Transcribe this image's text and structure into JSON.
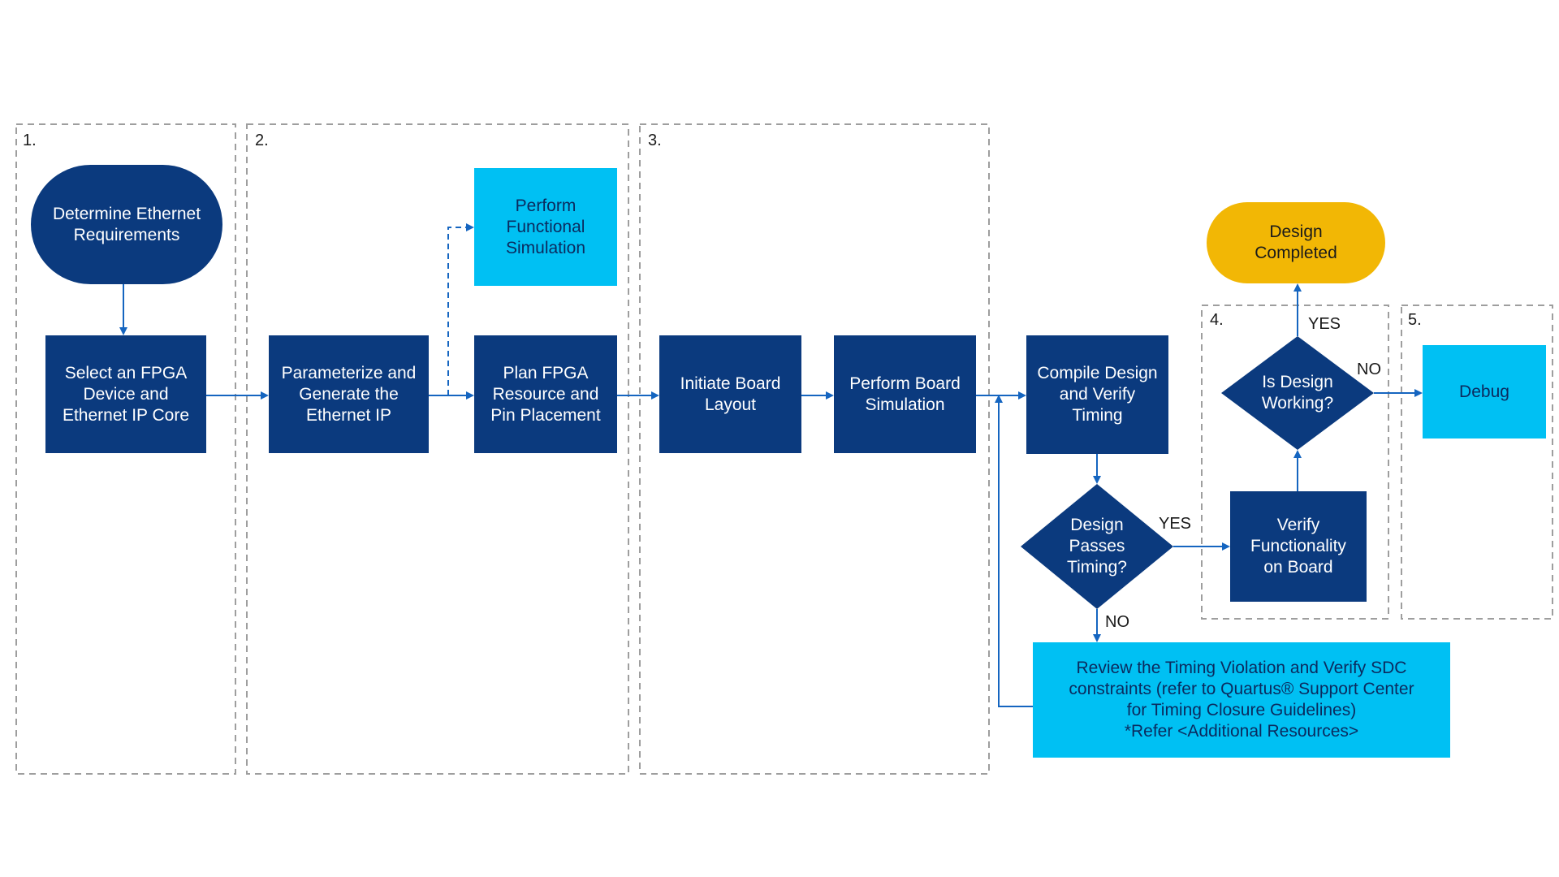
{
  "phases": [
    {
      "label": "1."
    },
    {
      "label": "2."
    },
    {
      "label": "3."
    },
    {
      "label": "4."
    },
    {
      "label": "5."
    }
  ],
  "nodes": {
    "determine": "Determine Ethernet\nRequirements",
    "select": "Select an FPGA\nDevice and\nEthernet IP Core",
    "parameterize": "Parameterize and\nGenerate the\nEthernet IP",
    "functional_sim": "Perform\nFunctional\nSimulation",
    "plan": "Plan FPGA\nResource and\nPin Placement",
    "initiate": "Initiate Board\nLayout",
    "board_sim": "Perform Board\nSimulation",
    "compile": "Compile Design\nand Verify\nTiming",
    "passes": "Design\nPasses\nTiming?",
    "verify_board": "Verify\nFunctionality\non Board",
    "working": "Is Design\nWorking?",
    "completed": "Design\nCompleted",
    "debug": "Debug",
    "review": "Review the Timing Violation and Verify SDC\nconstraints (refer to Quartus® Support Center\nfor Timing Closure Guidelines)\n*Refer <Additional Resources>"
  },
  "edge_labels": {
    "passes_yes": "YES",
    "passes_no": "NO",
    "working_yes": "YES",
    "working_no": "NO"
  },
  "colors": {
    "dark_blue": "#0b3a7e",
    "light_blue": "#00c0f3",
    "gold": "#f2b705",
    "arrow": "#1565c0",
    "dashed_border": "#9e9e9e"
  }
}
